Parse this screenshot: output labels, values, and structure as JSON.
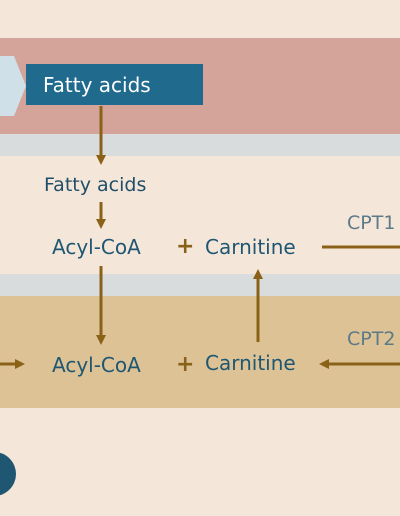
{
  "banner": {
    "label": "Fatty acids"
  },
  "cytosol": {
    "fatty_acids": "Fatty acids",
    "acyl_coa": "Acyl-CoA",
    "plus": "+",
    "carnitine": "Carnitine",
    "enzyme": "CPT1"
  },
  "matrix": {
    "acyl_coa": "Acyl-CoA",
    "plus": "+",
    "carnitine": "Carnitine",
    "enzyme": "CPT2"
  },
  "colors": {
    "background": "#f5e6da",
    "outer_band": "#d4a399",
    "membrane": "#d9dcdc",
    "matrix_band": "#dcc295",
    "banner": "#1f6a8d",
    "arrow": "#8a6217",
    "label": "#1f5773"
  }
}
